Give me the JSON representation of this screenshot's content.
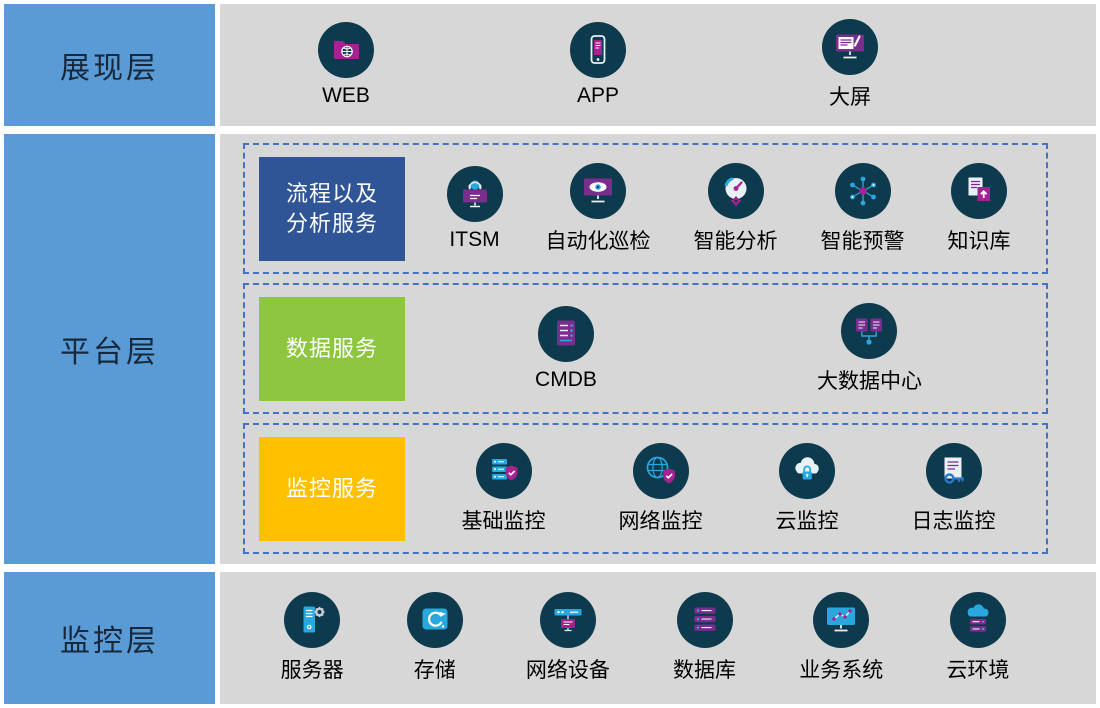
{
  "layers": [
    {
      "label": "展现层",
      "items": [
        {
          "label": "WEB",
          "icon": "web-icon"
        },
        {
          "label": "APP",
          "icon": "app-icon"
        },
        {
          "label": "大屏",
          "icon": "big-screen-icon"
        }
      ]
    },
    {
      "label": "平台层",
      "groups": [
        {
          "title_lines": [
            "流程以及",
            "分析服务"
          ],
          "color": "#2F5597",
          "items": [
            {
              "label": "ITSM",
              "icon": "itsm-icon"
            },
            {
              "label": "自动化巡检",
              "icon": "auto-inspection-icon"
            },
            {
              "label": "智能分析",
              "icon": "smart-analysis-icon"
            },
            {
              "label": "智能预警",
              "icon": "smart-warning-icon"
            },
            {
              "label": "知识库",
              "icon": "knowledge-base-icon"
            }
          ]
        },
        {
          "title_lines": [
            "数据服务"
          ],
          "color": "#8DC63F",
          "items": [
            {
              "label": "CMDB",
              "icon": "cmdb-icon"
            },
            {
              "label": "大数据中心",
              "icon": "big-data-center-icon"
            }
          ]
        },
        {
          "title_lines": [
            "监控服务"
          ],
          "color": "#FFC000",
          "items": [
            {
              "label": "基础监控",
              "icon": "basic-monitoring-icon"
            },
            {
              "label": "网络监控",
              "icon": "network-monitoring-icon"
            },
            {
              "label": "云监控",
              "icon": "cloud-monitoring-icon"
            },
            {
              "label": "日志监控",
              "icon": "log-monitoring-icon"
            }
          ]
        }
      ]
    },
    {
      "label": "监控层",
      "items": [
        {
          "label": "服务器",
          "icon": "server-icon"
        },
        {
          "label": "存储",
          "icon": "storage-icon"
        },
        {
          "label": "网络设备",
          "icon": "network-device-icon"
        },
        {
          "label": "数据库",
          "icon": "database-icon"
        },
        {
          "label": "业务系统",
          "icon": "business-system-icon"
        },
        {
          "label": "云环境",
          "icon": "cloud-environment-icon"
        }
      ]
    }
  ],
  "colors": {
    "layer_label_bg": "#5B9BD5",
    "panel_bg": "#D7D7D7",
    "dashed_border": "#4472C4",
    "group_process_bg": "#2F5597",
    "group_data_bg": "#8DC63F",
    "group_monitor_bg": "#FFC000",
    "icon_circle_bg": "#0E3A4E",
    "icon_magenta": "#A62191",
    "icon_purple": "#7B2D8E",
    "icon_blue": "#29A8DF"
  }
}
